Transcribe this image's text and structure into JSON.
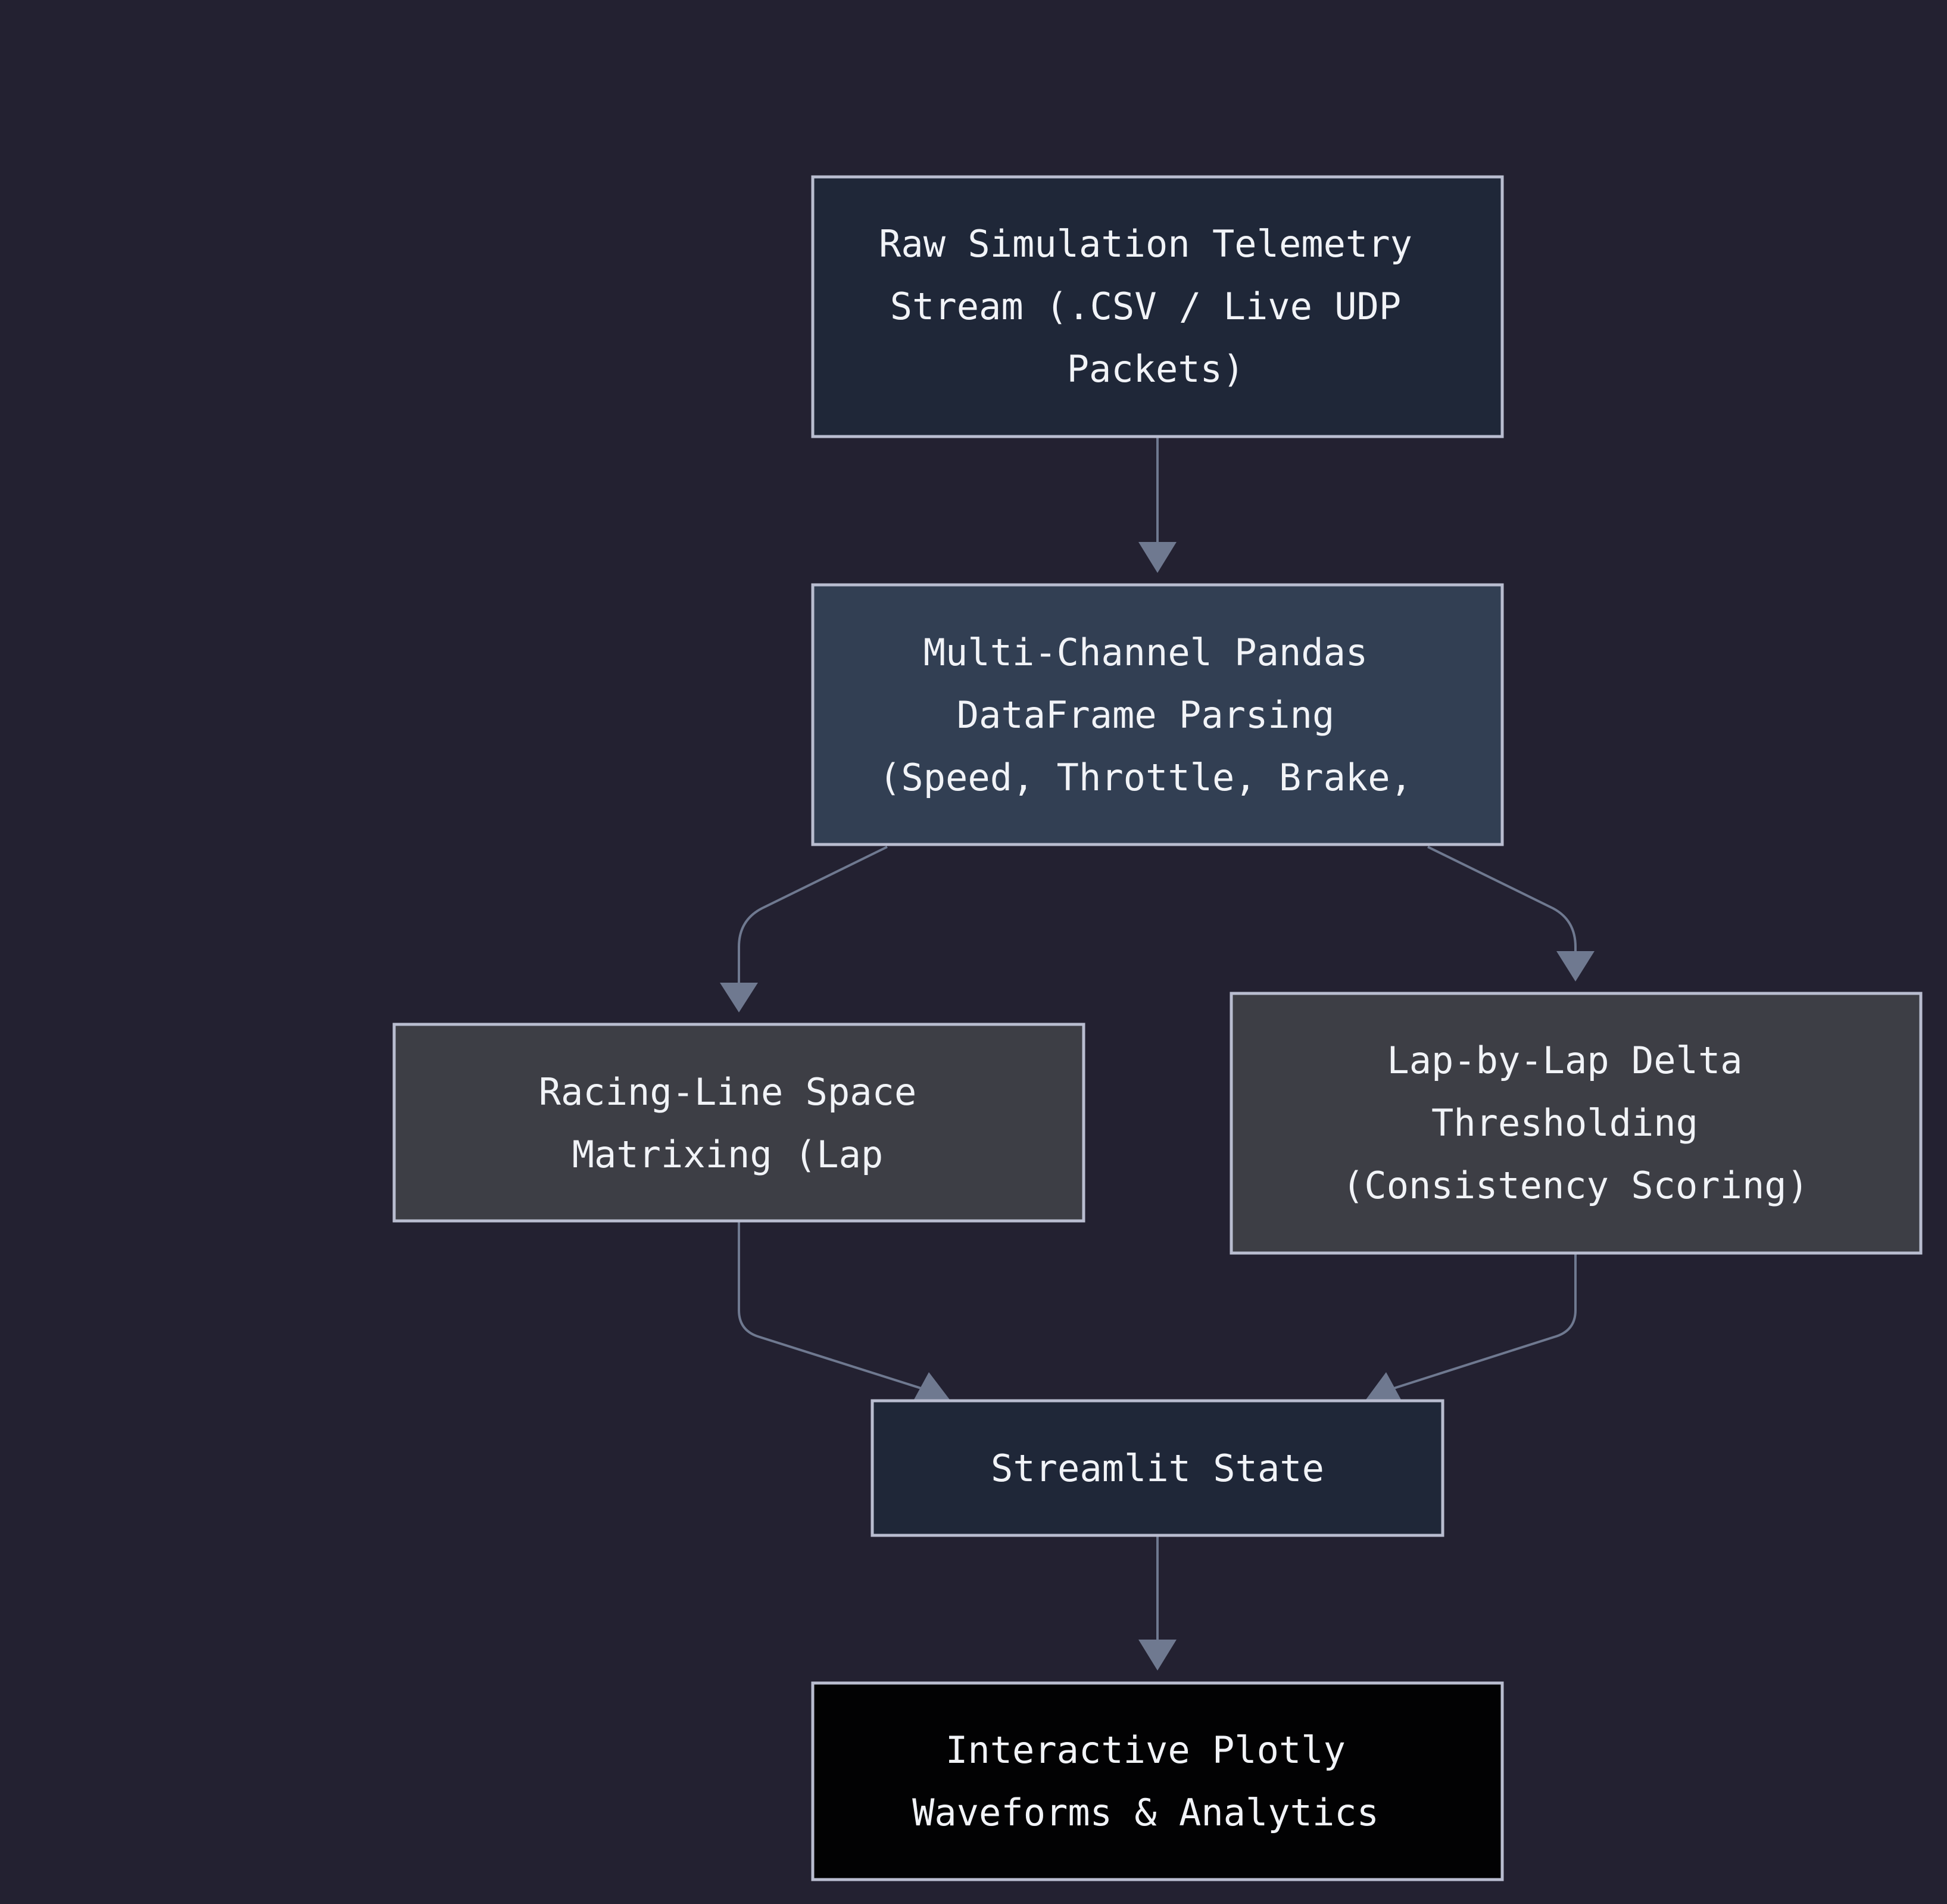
{
  "diagram": {
    "colors": {
      "background": "#232131",
      "edge": "#6f7990",
      "node_border": "#b9bdd0",
      "text": "#f1f3f7"
    },
    "nodes": [
      {
        "id": "raw",
        "lines": [
          "Raw Simulation Telemetry",
          "Stream (.CSV / Live UDP",
          "Packets)"
        ],
        "fill": "#1f2738"
      },
      {
        "id": "parse",
        "lines": [
          "Multi-Channel Pandas",
          "DataFrame Parsing",
          "(Speed, Throttle, Brake,"
        ],
        "fill": "#323f53"
      },
      {
        "id": "racing",
        "lines": [
          "Racing-Line Space",
          "Matrixing (Lap"
        ],
        "fill": "#3d3e45"
      },
      {
        "id": "delta",
        "lines": [
          "Lap-by-Lap Delta",
          "Thresholding",
          "(Consistency Scoring)"
        ],
        "fill": "#3d3e45"
      },
      {
        "id": "state",
        "lines": [
          "Streamlit State"
        ],
        "fill": "#1f2738"
      },
      {
        "id": "plotly",
        "lines": [
          "Interactive Plotly",
          "Waveforms & Analytics"
        ],
        "fill": "#020203"
      }
    ],
    "edges": [
      {
        "from": "raw",
        "to": "parse"
      },
      {
        "from": "parse",
        "to": "racing"
      },
      {
        "from": "parse",
        "to": "delta"
      },
      {
        "from": "racing",
        "to": "state"
      },
      {
        "from": "delta",
        "to": "state"
      },
      {
        "from": "state",
        "to": "plotly"
      }
    ]
  }
}
